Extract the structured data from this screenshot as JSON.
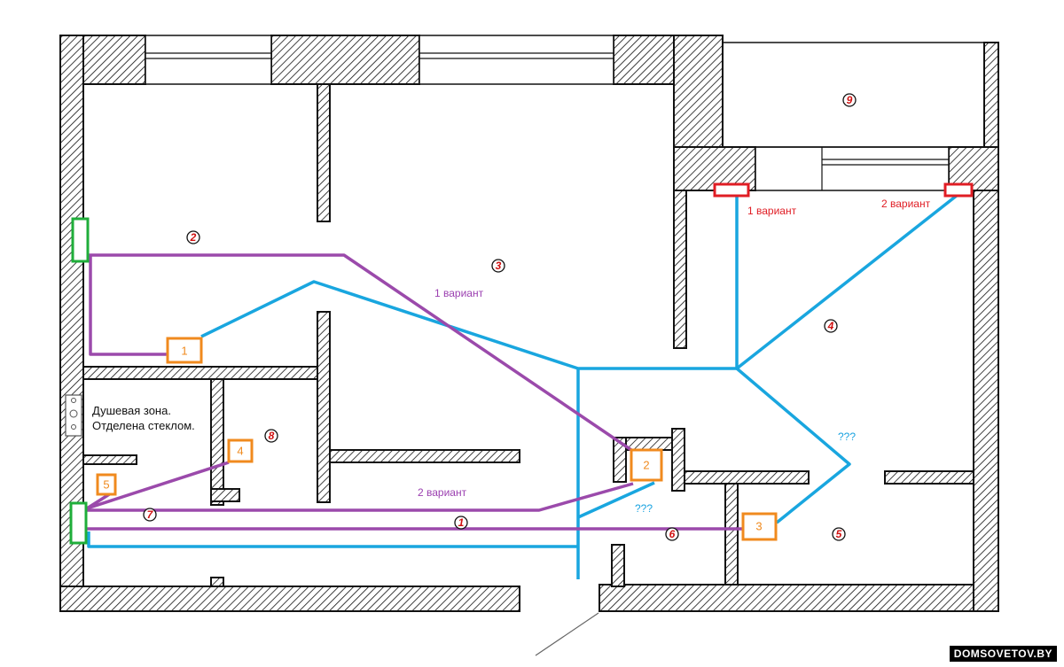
{
  "rooms": [
    "1",
    "2",
    "3",
    "4",
    "5",
    "6",
    "7",
    "8",
    "9"
  ],
  "points": [
    "1",
    "2",
    "3",
    "4",
    "5"
  ],
  "labels": {
    "purple_variant1": "1 вариант",
    "purple_variant2": "2 вариант",
    "red_variant1": "1 вариант",
    "red_variant2": "2 вариант",
    "blue_q1": "???",
    "blue_q2": "???",
    "shower_line1": "Душевая зона.",
    "shower_line2": "Отделена стеклом."
  },
  "watermark": "DOMSOVETOV.BY",
  "colors": {
    "purple_route": "#9b4aab",
    "blue_route": "#19a6df",
    "exterior_vent": "#e01d24",
    "bathroom_vent": "#1fae3a",
    "point_marker": "#f08a1e",
    "room_number": "#d01010"
  }
}
